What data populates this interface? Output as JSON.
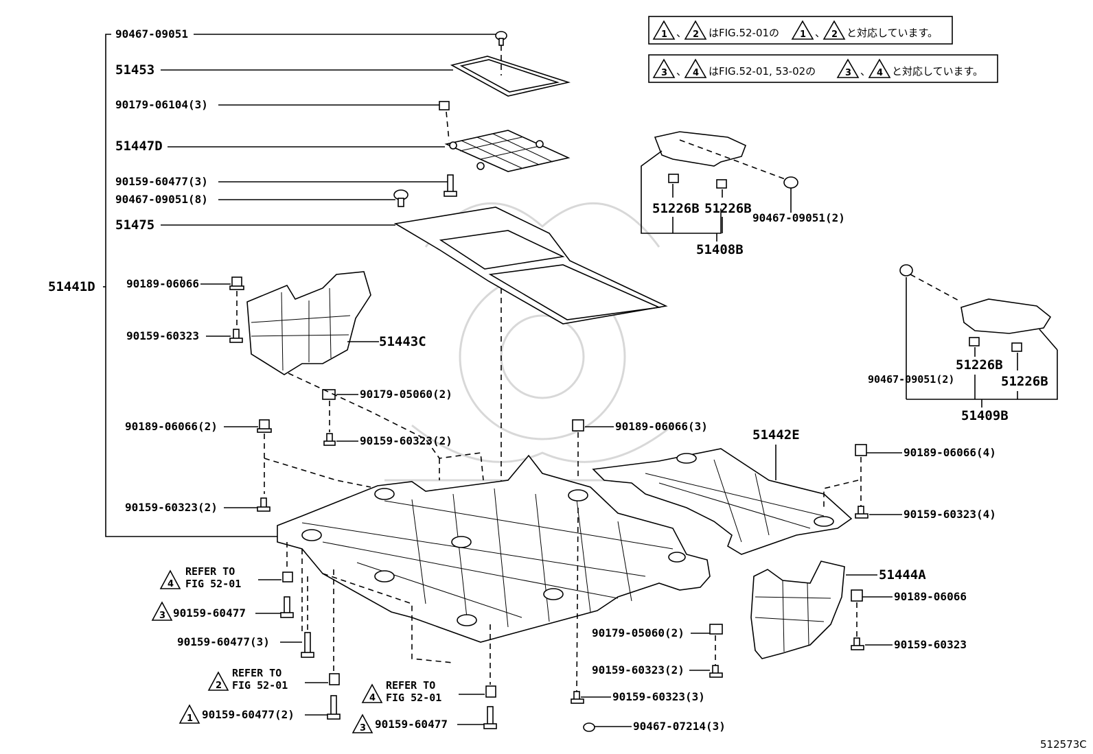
{
  "figure_number": "512573C",
  "notes": {
    "note1": {
      "t1": "1",
      "sep1": "、",
      "t2": "2",
      "text1": "はFIG.52-01の",
      "t3": "1",
      "sep2": "、",
      "t4": "2",
      "text2": "と対応しています。"
    },
    "note2": {
      "t1": "3",
      "sep1": "、",
      "t2": "4",
      "text1": "はFIG.52-01, 53-02の",
      "t3": "3",
      "sep2": "、",
      "t4": "4",
      "text2": "と対応しています。"
    }
  },
  "assembly_label": "51441D",
  "callouts": {
    "c1": "90467-09051",
    "c2": "51453",
    "c3": "90179-06104(3)",
    "c4": "51447D",
    "c5": "90159-60477(3)",
    "c6": "90467-09051(8)",
    "c7": "51475",
    "c8": "90189-06066",
    "c9": "90159-60323",
    "c10": "51443C",
    "c11": "90179-05060(2)",
    "c12": "90159-60323(2)",
    "c13": "90189-06066(2)",
    "c14": "90159-60323(2)",
    "c15": "90189-06066(3)",
    "c16": "51442E",
    "c17": "90189-06066(4)",
    "c18": "90159-60323(4)",
    "c19": "51444A",
    "c20": "90189-06066",
    "c21": "90159-60323",
    "c22": "90179-05060(2)",
    "c23": "90159-60323(2)",
    "c24": "90159-60323(3)",
    "c25": "90467-07214(3)",
    "c26": "90159-60477",
    "c27": "90159-60477(3)",
    "c28": "90159-60477(2)",
    "c29": "90159-60477",
    "c30": "51226B",
    "c31": "51226B",
    "c32": "90467-09051(2)",
    "c33": "51408B",
    "c34": "51226B",
    "c35": "51226B",
    "c36": "90467-09051(2)",
    "c37": "51409B"
  },
  "refer_notes": {
    "r1": {
      "marker": "4",
      "line1": "REFER TO",
      "line2": "FIG 52-01"
    },
    "r2": {
      "marker": "2",
      "line1": "REFER TO",
      "line2": "FIG 52-01"
    },
    "r3": {
      "marker": "4",
      "line1": "REFER TO",
      "line2": "FIG 52-01"
    }
  },
  "markers": {
    "m_a": "3",
    "m_b": "1",
    "m_c": "3"
  }
}
